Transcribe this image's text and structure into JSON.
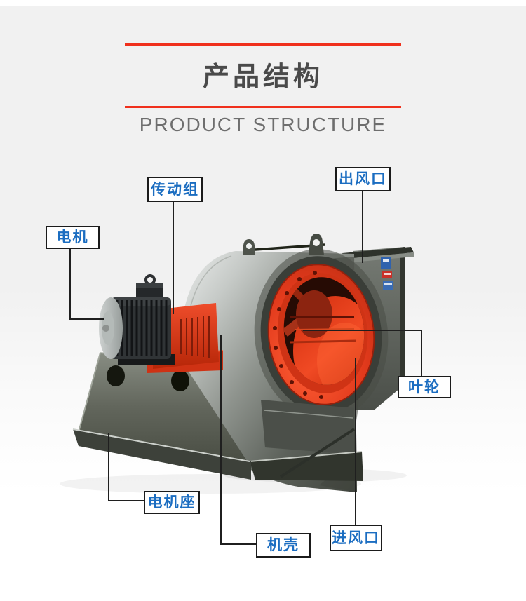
{
  "header": {
    "title_cn": "产品结构",
    "title_en": "PRODUCT STRUCTURE"
  },
  "labels": [
    {
      "id": "motor",
      "text": "电机"
    },
    {
      "id": "transmission",
      "text": "传动组"
    },
    {
      "id": "air-outlet",
      "text": "出风口"
    },
    {
      "id": "impeller",
      "text": "叶轮"
    },
    {
      "id": "motor-base",
      "text": "电机座"
    },
    {
      "id": "casing",
      "text": "机壳"
    },
    {
      "id": "air-inlet",
      "text": "进风口"
    }
  ],
  "colors": {
    "accent_red": "#f0301c",
    "label_text_blue": "#1b6dc1",
    "label_border": "#1b1b1b",
    "title_gray": "#4a4a4a",
    "subtitle_gray": "#6e6e6e",
    "impeller_red": "#e23a1c",
    "housing_gray": "#8f948e",
    "leader_line": "#1f1f1f"
  }
}
